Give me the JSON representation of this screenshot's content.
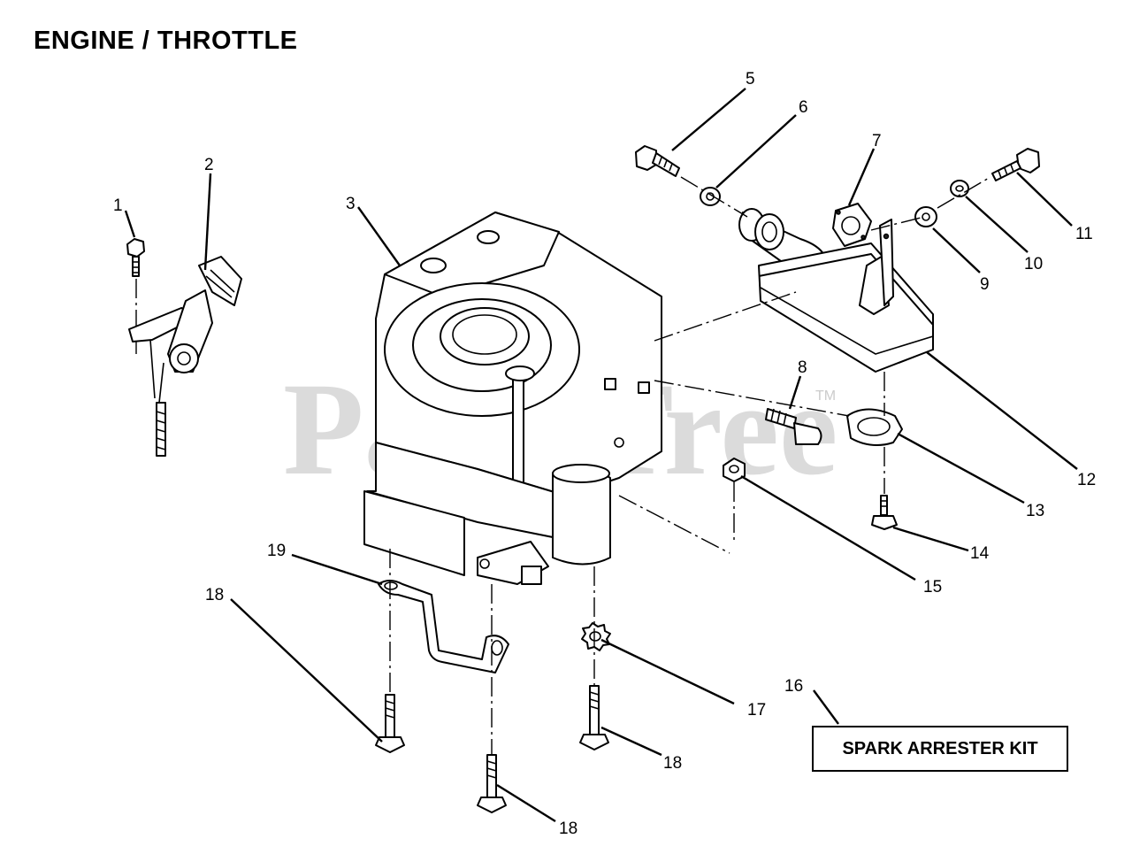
{
  "title": "ENGINE / THROTTLE",
  "watermark": {
    "text": "PartsTree",
    "mark": "TM"
  },
  "kit_label": "SPARK ARRESTER KIT",
  "callouts": [
    {
      "id": "c1",
      "label": "1"
    },
    {
      "id": "c2",
      "label": "2"
    },
    {
      "id": "c3",
      "label": "3"
    },
    {
      "id": "c5",
      "label": "5"
    },
    {
      "id": "c6",
      "label": "6"
    },
    {
      "id": "c7",
      "label": "7"
    },
    {
      "id": "c8",
      "label": "8"
    },
    {
      "id": "c9",
      "label": "9"
    },
    {
      "id": "c10",
      "label": "10"
    },
    {
      "id": "c11",
      "label": "11"
    },
    {
      "id": "c12",
      "label": "12"
    },
    {
      "id": "c13",
      "label": "13"
    },
    {
      "id": "c14",
      "label": "14"
    },
    {
      "id": "c15",
      "label": "15"
    },
    {
      "id": "c16",
      "label": "16"
    },
    {
      "id": "c17",
      "label": "17"
    },
    {
      "id": "c18a",
      "label": "18"
    },
    {
      "id": "c18b",
      "label": "18"
    },
    {
      "id": "c18c",
      "label": "18"
    },
    {
      "id": "c19",
      "label": "19"
    }
  ]
}
